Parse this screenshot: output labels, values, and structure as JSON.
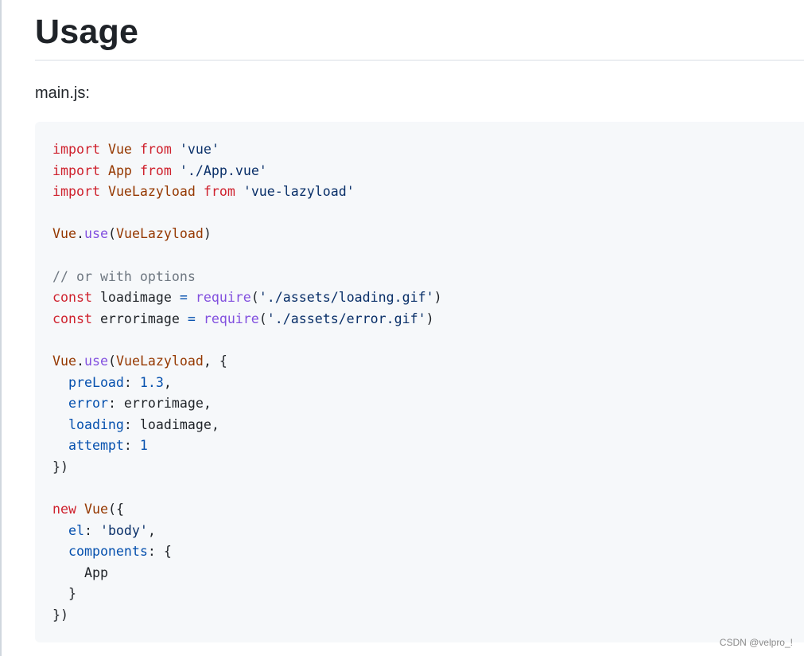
{
  "heading": "Usage",
  "file_label": "main.js:",
  "code": {
    "language": "javascript",
    "lines": [
      [
        {
          "t": "import",
          "c": "kw"
        },
        {
          "t": " "
        },
        {
          "t": "Vue",
          "c": "cls"
        },
        {
          "t": " "
        },
        {
          "t": "from",
          "c": "kw"
        },
        {
          "t": " "
        },
        {
          "t": "'vue'",
          "c": "str"
        }
      ],
      [
        {
          "t": "import",
          "c": "kw"
        },
        {
          "t": " "
        },
        {
          "t": "App",
          "c": "cls"
        },
        {
          "t": " "
        },
        {
          "t": "from",
          "c": "kw"
        },
        {
          "t": " "
        },
        {
          "t": "'./App.vue'",
          "c": "str"
        }
      ],
      [
        {
          "t": "import",
          "c": "kw"
        },
        {
          "t": " "
        },
        {
          "t": "VueLazyload",
          "c": "cls"
        },
        {
          "t": " "
        },
        {
          "t": "from",
          "c": "kw"
        },
        {
          "t": " "
        },
        {
          "t": "'vue-lazyload'",
          "c": "str"
        }
      ],
      [],
      [
        {
          "t": "Vue",
          "c": "cls"
        },
        {
          "t": "."
        },
        {
          "t": "use",
          "c": "fn"
        },
        {
          "t": "("
        },
        {
          "t": "VueLazyload",
          "c": "cls"
        },
        {
          "t": ")"
        }
      ],
      [],
      [
        {
          "t": "// or with options",
          "c": "cmt"
        }
      ],
      [
        {
          "t": "const",
          "c": "kw"
        },
        {
          "t": " loadimage "
        },
        {
          "t": "=",
          "c": "op"
        },
        {
          "t": " "
        },
        {
          "t": "require",
          "c": "fn"
        },
        {
          "t": "("
        },
        {
          "t": "'./assets/loading.gif'",
          "c": "str"
        },
        {
          "t": ")"
        }
      ],
      [
        {
          "t": "const",
          "c": "kw"
        },
        {
          "t": " errorimage "
        },
        {
          "t": "=",
          "c": "op"
        },
        {
          "t": " "
        },
        {
          "t": "require",
          "c": "fn"
        },
        {
          "t": "("
        },
        {
          "t": "'./assets/error.gif'",
          "c": "str"
        },
        {
          "t": ")"
        }
      ],
      [],
      [
        {
          "t": "Vue",
          "c": "cls"
        },
        {
          "t": "."
        },
        {
          "t": "use",
          "c": "fn"
        },
        {
          "t": "("
        },
        {
          "t": "VueLazyload",
          "c": "cls"
        },
        {
          "t": ", {"
        }
      ],
      [
        {
          "t": "  "
        },
        {
          "t": "preLoad",
          "c": "prop"
        },
        {
          "t": ": "
        },
        {
          "t": "1.3",
          "c": "num"
        },
        {
          "t": ","
        }
      ],
      [
        {
          "t": "  "
        },
        {
          "t": "error",
          "c": "prop"
        },
        {
          "t": ": errorimage,"
        }
      ],
      [
        {
          "t": "  "
        },
        {
          "t": "loading",
          "c": "prop"
        },
        {
          "t": ": loadimage,"
        }
      ],
      [
        {
          "t": "  "
        },
        {
          "t": "attempt",
          "c": "prop"
        },
        {
          "t": ": "
        },
        {
          "t": "1",
          "c": "num"
        }
      ],
      [
        {
          "t": "})"
        }
      ],
      [],
      [
        {
          "t": "new",
          "c": "kw"
        },
        {
          "t": " "
        },
        {
          "t": "Vue",
          "c": "cls"
        },
        {
          "t": "({"
        }
      ],
      [
        {
          "t": "  "
        },
        {
          "t": "el",
          "c": "prop"
        },
        {
          "t": ": "
        },
        {
          "t": "'body'",
          "c": "str"
        },
        {
          "t": ","
        }
      ],
      [
        {
          "t": "  "
        },
        {
          "t": "components",
          "c": "prop"
        },
        {
          "t": ": {"
        }
      ],
      [
        {
          "t": "    App"
        }
      ],
      [
        {
          "t": "  }"
        }
      ],
      [
        {
          "t": "})"
        }
      ]
    ]
  },
  "watermark": "CSDN @velpro_!",
  "colors": {
    "keyword": "#cf222e",
    "class_name": "#953800",
    "string": "#0a3069",
    "function": "#8250df",
    "property": "#0550ae",
    "comment": "#6e7781",
    "code_bg": "#f6f8fa",
    "text": "#1f2328"
  }
}
